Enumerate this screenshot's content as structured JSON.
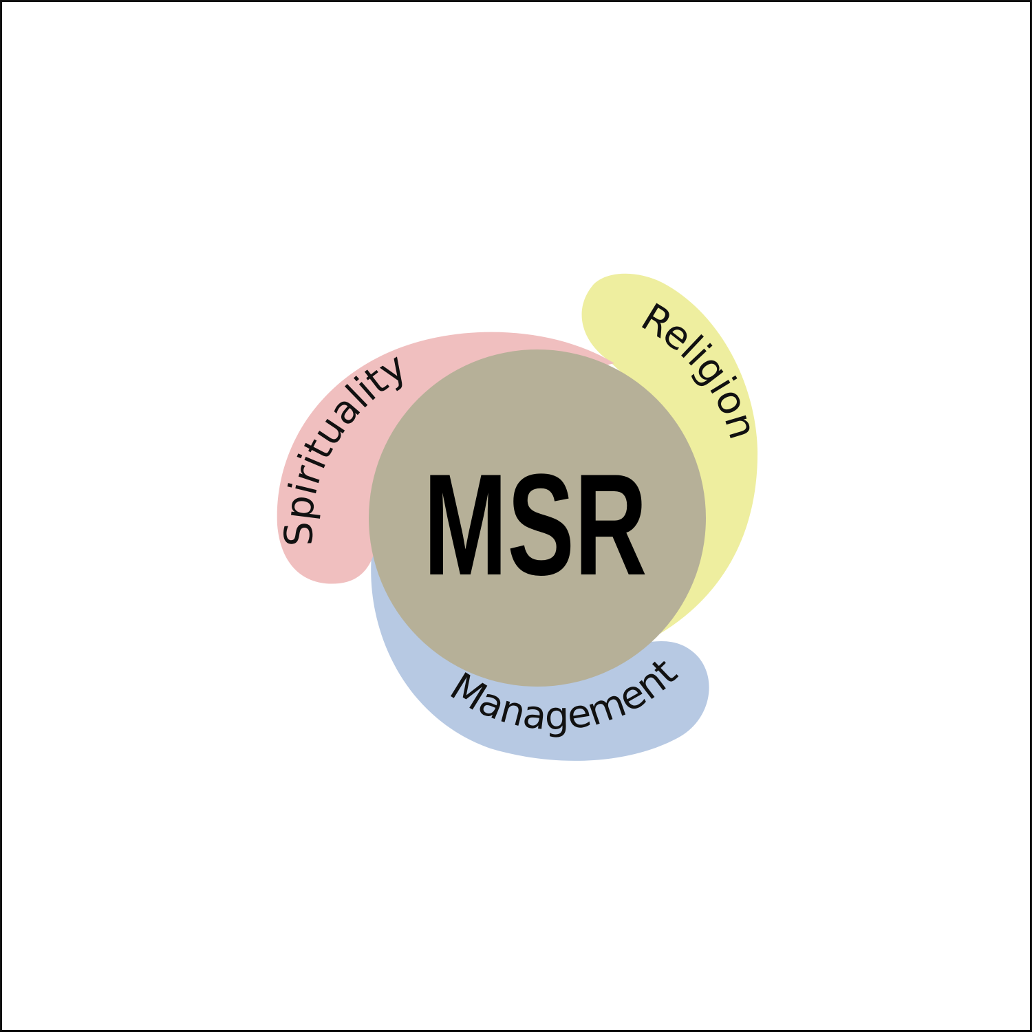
{
  "diagram": {
    "center": {
      "label": "MSR",
      "color": "#b6b098"
    },
    "petals": [
      {
        "id": "spirituality",
        "label": "Spirituality",
        "color": "#f0bfbf"
      },
      {
        "id": "religion",
        "label": "Religion",
        "color": "#eeee9f"
      },
      {
        "id": "management",
        "label": "Management",
        "color": "#b7c9e3"
      }
    ]
  }
}
